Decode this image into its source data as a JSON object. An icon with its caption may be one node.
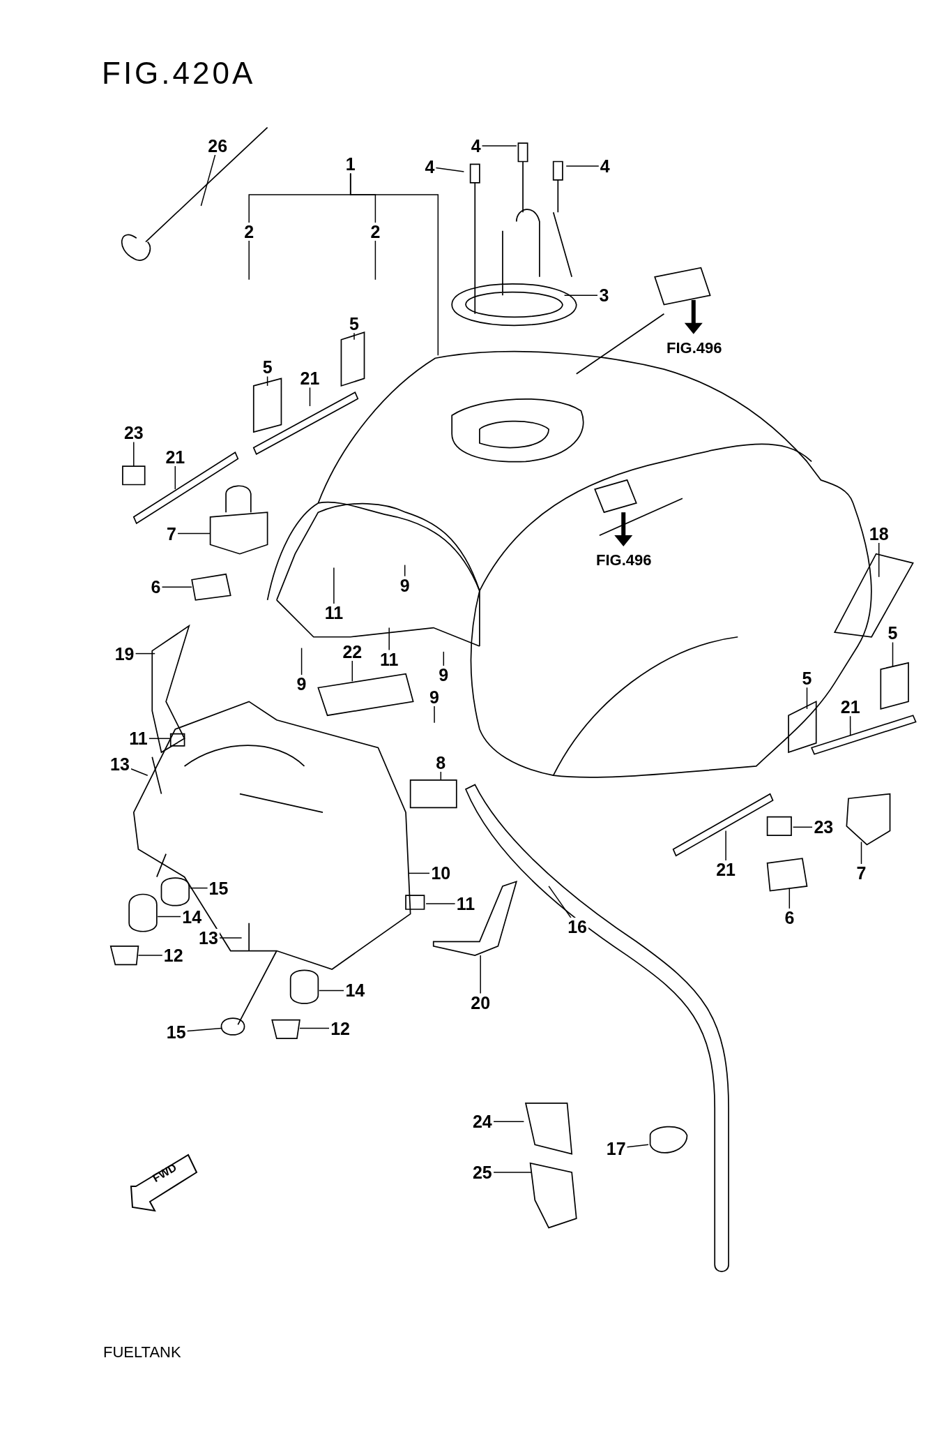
{
  "diagram": {
    "title": "FIG.420A",
    "nodes": [
      {
        "text": [
          "26"
        ]
      },
      {
        "text": [
          "1"
        ]
      },
      {
        "text": [
          "2"
        ]
      },
      {
        "text": [
          "2"
        ]
      },
      {
        "text": [
          "4"
        ]
      },
      {
        "text": [
          "4"
        ]
      },
      {
        "text": [
          "4"
        ]
      },
      {
        "text": [
          "3"
        ]
      },
      {
        "text": [
          "5"
        ]
      },
      {
        "text": [
          "5"
        ]
      },
      {
        "text": [
          "21"
        ]
      },
      {
        "text": [
          "23"
        ]
      },
      {
        "text": [
          "21"
        ]
      },
      {
        "text": [
          "7"
        ]
      },
      {
        "text": [
          "6"
        ]
      },
      {
        "text": [
          "9"
        ]
      },
      {
        "text": [
          "11"
        ]
      },
      {
        "text": [
          "22"
        ]
      },
      {
        "text": [
          "11"
        ]
      },
      {
        "text": [
          "9"
        ]
      },
      {
        "text": [
          "9"
        ]
      },
      {
        "text": [
          "19"
        ]
      },
      {
        "text": [
          "9"
        ]
      },
      {
        "text": [
          "11"
        ]
      },
      {
        "text": [
          "13"
        ]
      },
      {
        "text": [
          "8"
        ]
      },
      {
        "text": [
          "10"
        ]
      },
      {
        "text": [
          "11"
        ]
      },
      {
        "text": [
          "15"
        ]
      },
      {
        "text": [
          "14"
        ]
      },
      {
        "text": [
          "13"
        ]
      },
      {
        "text": [
          "12"
        ]
      },
      {
        "text": [
          "14"
        ]
      },
      {
        "text": [
          "15"
        ]
      },
      {
        "text": [
          "12"
        ]
      },
      {
        "text": [
          "16"
        ]
      },
      {
        "text": [
          "20"
        ]
      },
      {
        "text": [
          "18"
        ]
      },
      {
        "text": [
          "5"
        ]
      },
      {
        "text": [
          "5"
        ]
      },
      {
        "text": [
          "21"
        ]
      },
      {
        "text": [
          "23"
        ]
      },
      {
        "text": [
          "7"
        ]
      },
      {
        "text": [
          "21"
        ]
      },
      {
        "text": [
          "6"
        ]
      },
      {
        "text": [
          "24"
        ]
      },
      {
        "text": [
          "17"
        ]
      },
      {
        "text": [
          "25"
        ]
      }
    ],
    "edges": [
      {
        "from": 0,
        "to": null,
        "arrow": "none"
      },
      {
        "from": 1,
        "to": 2,
        "arrow": "none"
      },
      {
        "from": 1,
        "to": 3,
        "arrow": "none"
      },
      {
        "from": 1,
        "to": null,
        "arrow": "none"
      },
      {
        "from": 2,
        "to": null,
        "arrow": "none"
      },
      {
        "from": 3,
        "to": null,
        "arrow": "none"
      },
      {
        "from": 4,
        "to": null,
        "arrow": "none"
      },
      {
        "from": 5,
        "to": null,
        "arrow": "none"
      },
      {
        "from": 6,
        "to": null,
        "arrow": "none"
      },
      {
        "from": 7,
        "to": null,
        "arrow": "none"
      },
      {
        "from": 8,
        "to": null,
        "arrow": "none"
      },
      {
        "from": 9,
        "to": null,
        "arrow": "none"
      },
      {
        "from": 10,
        "to": null,
        "arrow": "none"
      },
      {
        "from": 11,
        "to": null,
        "arrow": "none"
      },
      {
        "from": 12,
        "to": null,
        "arrow": "none"
      },
      {
        "from": 13,
        "to": null,
        "arrow": "none"
      },
      {
        "from": 14,
        "to": null,
        "arrow": "none"
      },
      {
        "from": 15,
        "to": null,
        "arrow": "none"
      },
      {
        "from": 16,
        "to": null,
        "arrow": "none"
      },
      {
        "from": 17,
        "to": null,
        "arrow": "none"
      },
      {
        "from": 18,
        "to": null,
        "arrow": "none"
      },
      {
        "from": 19,
        "to": null,
        "arrow": "none"
      },
      {
        "from": 20,
        "to": null,
        "arrow": "none"
      },
      {
        "from": 21,
        "to": null,
        "arrow": "none"
      },
      {
        "from": 22,
        "to": null,
        "arrow": "none"
      },
      {
        "from": 23,
        "to": null,
        "arrow": "none"
      },
      {
        "from": 24,
        "to": null,
        "arrow": "none"
      },
      {
        "from": 25,
        "to": null,
        "arrow": "none"
      },
      {
        "from": 26,
        "to": null,
        "arrow": "none"
      },
      {
        "from": 27,
        "to": null,
        "arrow": "none"
      },
      {
        "from": 28,
        "to": null,
        "arrow": "none"
      },
      {
        "from": 29,
        "to": null,
        "arrow": "none"
      },
      {
        "from": 30,
        "to": null,
        "arrow": "none"
      },
      {
        "from": 31,
        "to": null,
        "arrow": "none"
      },
      {
        "from": 32,
        "to": null,
        "arrow": "none"
      },
      {
        "from": 33,
        "to": null,
        "arrow": "none"
      },
      {
        "from": 34,
        "to": null,
        "arrow": "none"
      },
      {
        "from": 35,
        "to": null,
        "arrow": "none"
      },
      {
        "from": 36,
        "to": null,
        "arrow": "none"
      },
      {
        "from": 37,
        "to": null,
        "arrow": "none"
      },
      {
        "from": 38,
        "to": null,
        "arrow": "none"
      },
      {
        "from": 39,
        "to": null,
        "arrow": "none"
      },
      {
        "from": 40,
        "to": null,
        "arrow": "none"
      },
      {
        "from": 41,
        "to": null,
        "arrow": "none"
      },
      {
        "from": 42,
        "to": null,
        "arrow": "none"
      },
      {
        "from": 43,
        "to": null,
        "arrow": "none"
      },
      {
        "from": 44,
        "to": null,
        "arrow": "none"
      },
      {
        "from": 45,
        "to": null,
        "arrow": "none"
      },
      {
        "from": 46,
        "to": null,
        "arrow": "none"
      },
      {
        "from": 47,
        "to": null,
        "arrow": "none"
      }
    ],
    "labels": [
      "FIG.496",
      "FIG.496",
      "FWD",
      "FUELTANK"
    ]
  }
}
